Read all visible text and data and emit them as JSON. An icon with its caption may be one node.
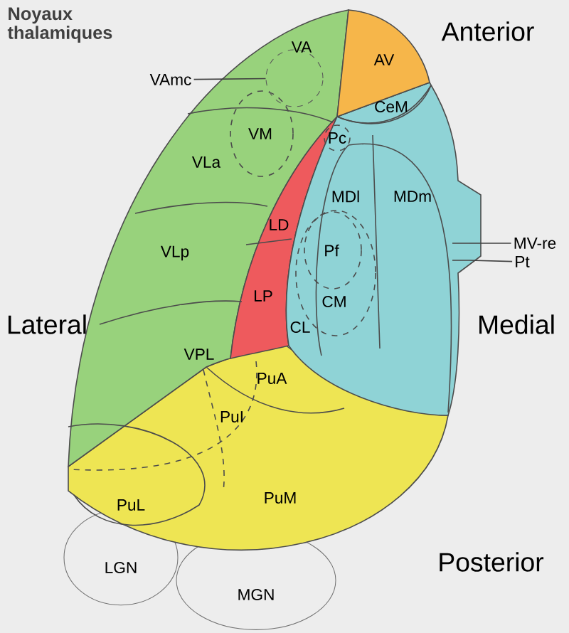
{
  "diagram": {
    "title": "Noyaux thalamiques",
    "nodes": [
      {
        "text": [
          "VAmc"
        ]
      },
      {
        "text": [],
        "shape": "circle"
      },
      {
        "text": [
          "MV-re"
        ]
      },
      {
        "text": [
          "Pt"
        ]
      },
      {
        "text": [
          "LGN"
        ]
      },
      {
        "text": [
          "MGN"
        ]
      }
    ],
    "edges": [
      {
        "from": 0,
        "to": 1,
        "arrow": "none"
      },
      {
        "from": 2,
        "to": null,
        "arrow": "none"
      },
      {
        "from": 3,
        "to": null,
        "arrow": "none"
      }
    ],
    "labels": [
      "Anterior",
      "VA",
      "AV",
      "CeM",
      "VM",
      "Pc",
      "VLa",
      "MDl",
      "MDm",
      "LD",
      "VLp",
      "Pf",
      "LP",
      "CM",
      "Lateral",
      "Medial",
      "CL",
      "VPL",
      "PuA",
      "PuI",
      "PuM",
      "PuL",
      "Posterior"
    ]
  }
}
